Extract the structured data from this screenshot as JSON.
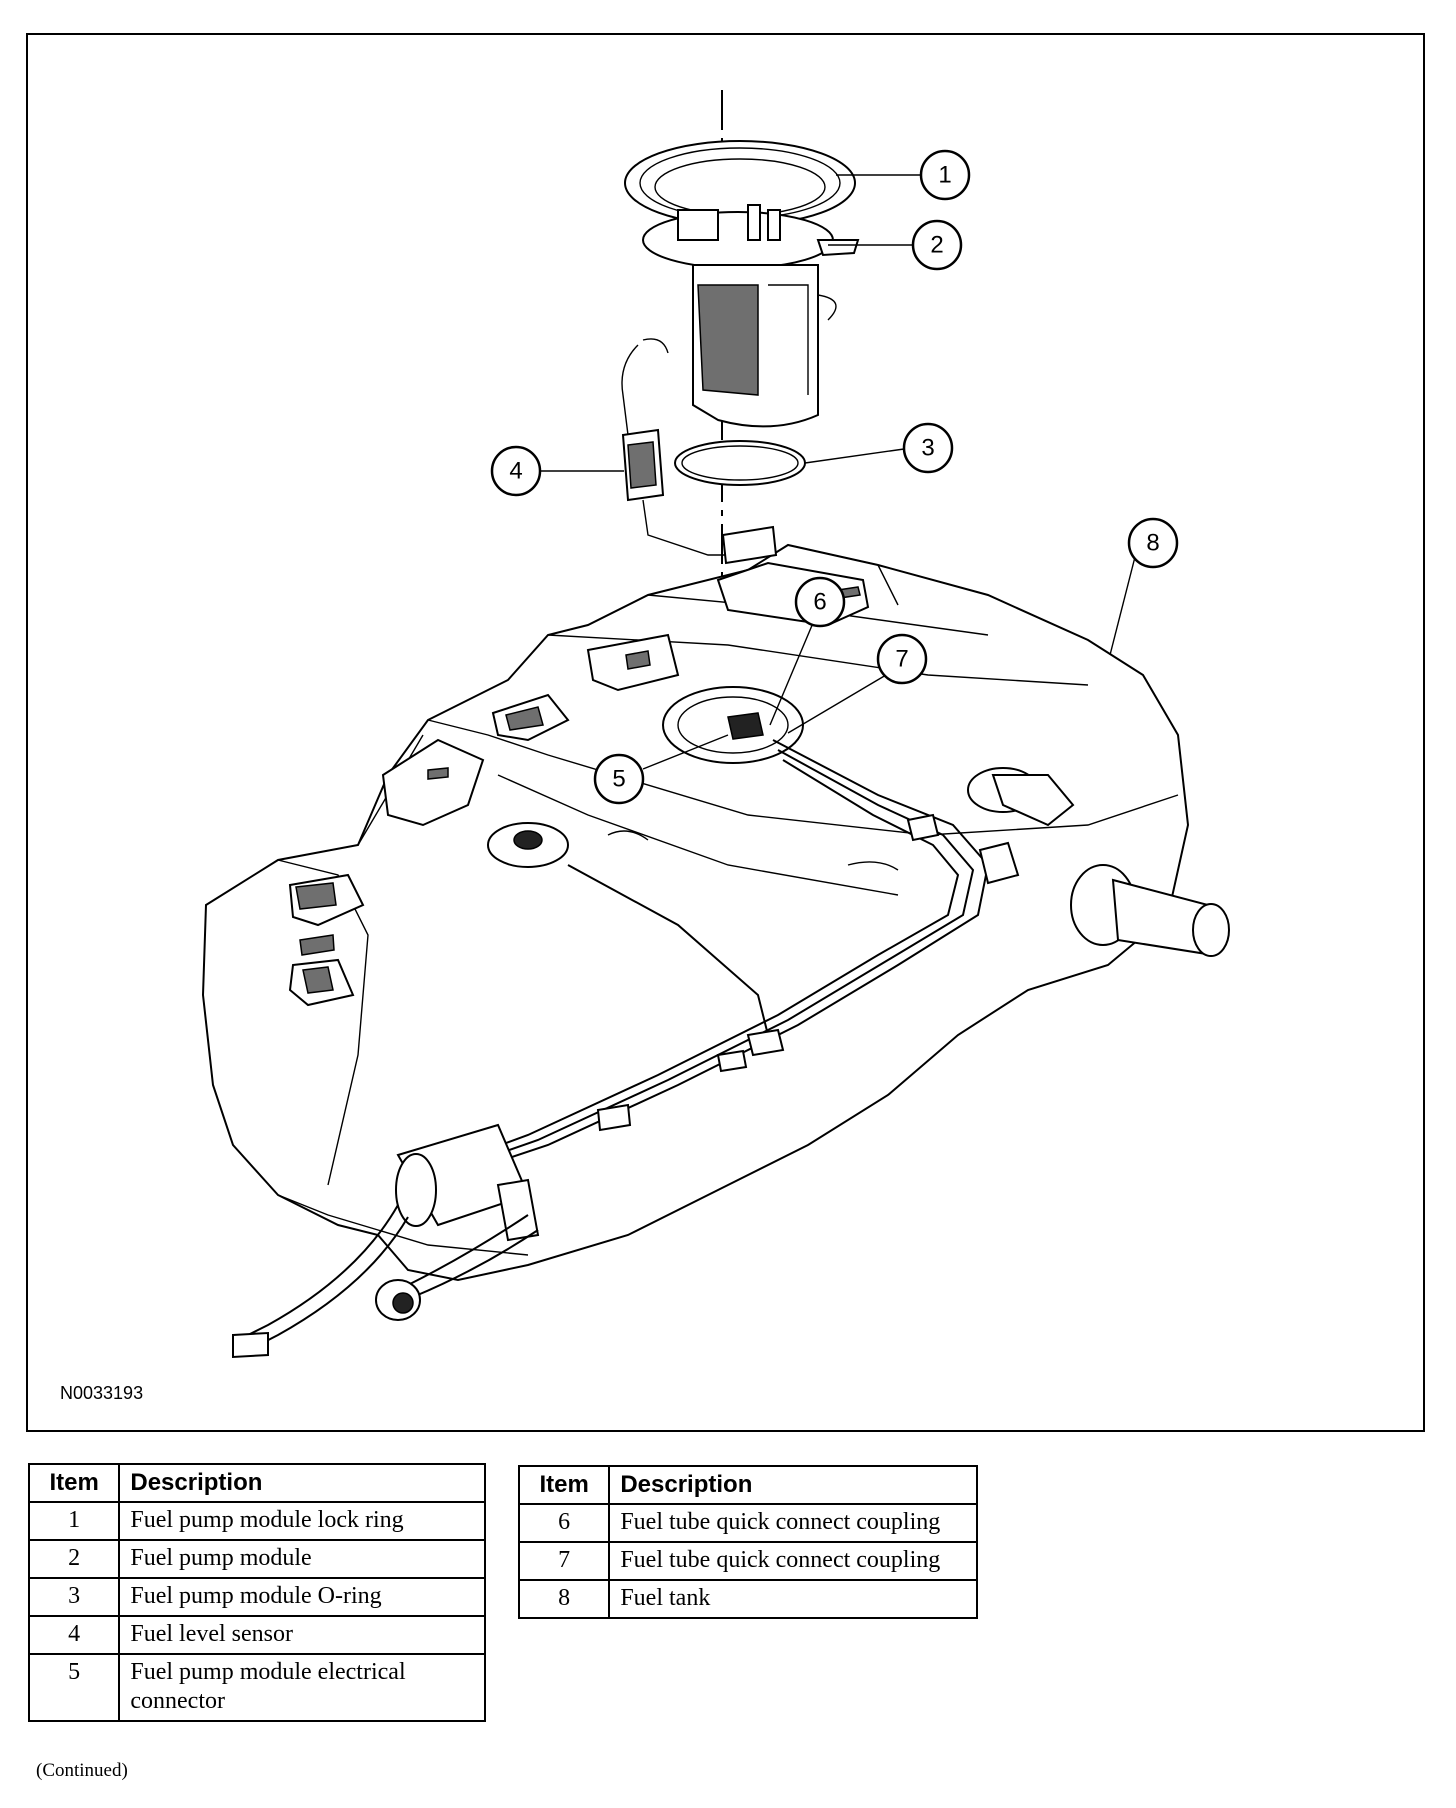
{
  "figure": {
    "id": "N0033193",
    "callouts": [
      {
        "label": "1",
        "part": "lock-ring"
      },
      {
        "label": "2",
        "part": "pump-module"
      },
      {
        "label": "3",
        "part": "o-ring"
      },
      {
        "label": "4",
        "part": "level-sensor"
      },
      {
        "label": "5",
        "part": "electrical-connector"
      },
      {
        "label": "6",
        "part": "quick-connect-6"
      },
      {
        "label": "7",
        "part": "quick-connect-7"
      },
      {
        "label": "8",
        "part": "fuel-tank"
      }
    ]
  },
  "legend": {
    "header_item": "Item",
    "header_description": "Description",
    "items": [
      {
        "item": "1",
        "description": "Fuel pump module lock ring"
      },
      {
        "item": "2",
        "description": "Fuel pump module"
      },
      {
        "item": "3",
        "description": "Fuel pump module O-ring"
      },
      {
        "item": "4",
        "description": "Fuel level sensor"
      },
      {
        "item": "5",
        "description": "Fuel pump module electrical connector"
      },
      {
        "item": "6",
        "description": "Fuel tube quick connect coupling"
      },
      {
        "item": "7",
        "description": "Fuel tube quick connect coupling"
      },
      {
        "item": "8",
        "description": "Fuel tank"
      }
    ]
  },
  "footer": {
    "continued": "(Continued)"
  }
}
